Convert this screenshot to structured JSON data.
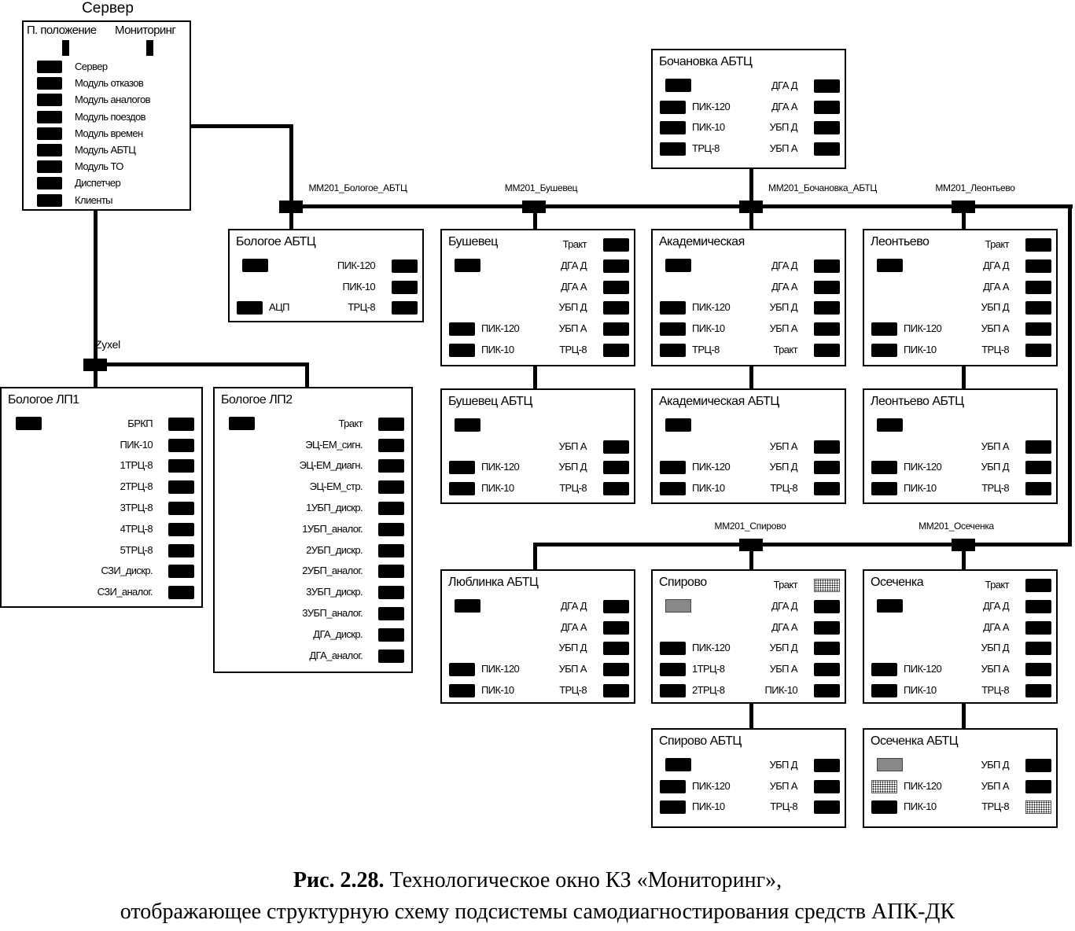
{
  "server": {
    "heading": "Сервер",
    "col1": "П. положение",
    "col2": "Мониторинг",
    "items": [
      "Сервер",
      "Модуль отказов",
      "Модуль аналогов",
      "Модуль поездов",
      "Модуль времен",
      "Модуль АБТЦ",
      "Модуль ТО",
      "Диспетчер",
      "Клиенты"
    ]
  },
  "switches": {
    "zyxel": "Zyxel",
    "mm_bologoe": "MM201_Бологое_АБТЦ",
    "mm_bushevets": "MM201_Бушевец",
    "mm_bochanovka": "MM201_Бочановка_АБТЦ",
    "mm_leontevo": "MM201_Леонтьево",
    "mm_spirovo": "MM201_Спирово",
    "mm_osechenka": "MM201_Осеченка"
  },
  "boxes": {
    "bochanovka_abtc": {
      "title": "Бочановка АБТЦ",
      "rows": [
        {},
        {
          "main": "on",
          "right": {
            "label": "ДГА Д",
            "state": "on"
          }
        },
        {
          "left": {
            "label": "ПИК-120",
            "state": "on"
          },
          "right": {
            "label": "ДГА А",
            "state": "on"
          }
        },
        {
          "left": {
            "label": "ПИК-10",
            "state": "on"
          },
          "right": {
            "label": "УБП Д",
            "state": "on"
          }
        },
        {
          "left": {
            "label": "ТРЦ-8",
            "state": "on"
          },
          "right": {
            "label": "УБП А",
            "state": "on"
          }
        }
      ]
    },
    "bologoe_abtc": {
      "title": "Бологое АБТЦ",
      "rows": [
        {},
        {
          "main": "on",
          "right": {
            "label": "ПИК-120",
            "state": "on"
          }
        },
        {
          "right": {
            "label": "ПИК-10",
            "state": "on"
          }
        },
        {
          "left": {
            "label": "АЦП",
            "state": "on"
          },
          "right": {
            "label": "ТРЦ-8",
            "state": "on"
          }
        }
      ]
    },
    "bushevets": {
      "title": "Бушевец",
      "rows": [
        {
          "right": {
            "label": "Тракт",
            "state": "on"
          }
        },
        {
          "main": "on",
          "right": {
            "label": "ДГА Д",
            "state": "on"
          }
        },
        {
          "right": {
            "label": "ДГА А",
            "state": "on"
          }
        },
        {
          "right": {
            "label": "УБП Д",
            "state": "on"
          }
        },
        {
          "left": {
            "label": "ПИК-120",
            "state": "on"
          },
          "right": {
            "label": "УБП А",
            "state": "on"
          }
        },
        {
          "left": {
            "label": "ПИК-10",
            "state": "on"
          },
          "right": {
            "label": "ТРЦ-8",
            "state": "on"
          }
        }
      ]
    },
    "akademicheskaya": {
      "title": "Академическая",
      "rows": [
        {},
        {
          "main": "on",
          "right": {
            "label": "ДГА Д",
            "state": "on"
          }
        },
        {
          "right": {
            "label": "ДГА А",
            "state": "on"
          }
        },
        {
          "left": {
            "label": "ПИК-120",
            "state": "on"
          },
          "right": {
            "label": "УБП Д",
            "state": "on"
          }
        },
        {
          "left": {
            "label": "ПИК-10",
            "state": "on"
          },
          "right": {
            "label": "УБП А",
            "state": "on"
          }
        },
        {
          "left": {
            "label": "ТРЦ-8",
            "state": "on"
          },
          "right": {
            "label": "Тракт",
            "state": "on"
          }
        }
      ]
    },
    "leontevo": {
      "title": "Леонтьево",
      "rows": [
        {
          "right": {
            "label": "Тракт",
            "state": "on"
          }
        },
        {
          "main": "on",
          "right": {
            "label": "ДГА Д",
            "state": "on"
          }
        },
        {
          "right": {
            "label": "ДГА А",
            "state": "on"
          }
        },
        {
          "right": {
            "label": "УБП Д",
            "state": "on"
          }
        },
        {
          "left": {
            "label": "ПИК-120",
            "state": "on"
          },
          "right": {
            "label": "УБП А",
            "state": "on"
          }
        },
        {
          "left": {
            "label": "ПИК-10",
            "state": "on"
          },
          "right": {
            "label": "ТРЦ-8",
            "state": "on"
          }
        }
      ]
    },
    "bushevets_abtc": {
      "title": "Бушевец АБТЦ",
      "rows": [
        {},
        {
          "main": "on"
        },
        {
          "right": {
            "label": "УБП А",
            "state": "on"
          }
        },
        {
          "left": {
            "label": "ПИК-120",
            "state": "on"
          },
          "right": {
            "label": "УБП Д",
            "state": "on"
          }
        },
        {
          "left": {
            "label": "ПИК-10",
            "state": "on"
          },
          "right": {
            "label": "ТРЦ-8",
            "state": "on"
          }
        }
      ]
    },
    "akademicheskaya_abtc": {
      "title": "Академическая  АБТЦ",
      "rows": [
        {},
        {
          "main": "on"
        },
        {
          "right": {
            "label": "УБП А",
            "state": "on"
          }
        },
        {
          "left": {
            "label": "ПИК-120",
            "state": "on"
          },
          "right": {
            "label": "УБП Д",
            "state": "on"
          }
        },
        {
          "left": {
            "label": "ПИК-10",
            "state": "on"
          },
          "right": {
            "label": "ТРЦ-8",
            "state": "on"
          }
        }
      ]
    },
    "leontevo_abtc": {
      "title": "Леонтьево  АБТЦ",
      "rows": [
        {},
        {
          "main": "on"
        },
        {
          "right": {
            "label": "УБП А",
            "state": "on"
          }
        },
        {
          "left": {
            "label": "ПИК-120",
            "state": "on"
          },
          "right": {
            "label": "УБП Д",
            "state": "on"
          }
        },
        {
          "left": {
            "label": "ПИК-10",
            "state": "on"
          },
          "right": {
            "label": "ТРЦ-8",
            "state": "on"
          }
        }
      ]
    },
    "bologoe_lp1": {
      "title": "Бологое ЛП1",
      "rows": [
        {},
        {
          "main": "on",
          "right": {
            "label": "БРКП",
            "state": "on"
          }
        },
        {
          "right": {
            "label": "ПИК-10",
            "state": "on"
          }
        },
        {
          "right": {
            "label": "1ТРЦ-8",
            "state": "on"
          }
        },
        {
          "right": {
            "label": "2ТРЦ-8",
            "state": "on"
          }
        },
        {
          "right": {
            "label": "3ТРЦ-8",
            "state": "on"
          }
        },
        {
          "right": {
            "label": "4ТРЦ-8",
            "state": "on"
          }
        },
        {
          "right": {
            "label": "5ТРЦ-8",
            "state": "on"
          }
        },
        {
          "right": {
            "label": "СЗИ_дискр.",
            "state": "on"
          }
        },
        {
          "right": {
            "label": "СЗИ_аналог.",
            "state": "on"
          }
        }
      ]
    },
    "bologoe_lp2": {
      "title": "Бологое ЛП2",
      "rows": [
        {},
        {
          "main": "on",
          "right": {
            "label": "Тракт",
            "state": "on"
          }
        },
        {
          "right": {
            "label": "ЭЦ-ЕМ_сигн.",
            "state": "on"
          }
        },
        {
          "right": {
            "label": "ЭЦ-ЕМ_диагн.",
            "state": "on"
          }
        },
        {
          "right": {
            "label": "ЭЦ-ЕМ_стр.",
            "state": "on"
          }
        },
        {
          "right": {
            "label": "1УБП_дискр.",
            "state": "on"
          }
        },
        {
          "right": {
            "label": "1УБП_аналог.",
            "state": "on"
          }
        },
        {
          "right": {
            "label": "2УБП_дискр.",
            "state": "on"
          }
        },
        {
          "right": {
            "label": "2УБП_аналог.",
            "state": "on"
          }
        },
        {
          "right": {
            "label": "3УБП_дискр.",
            "state": "on"
          }
        },
        {
          "right": {
            "label": "3УБП_аналог.",
            "state": "on"
          }
        },
        {
          "right": {
            "label": "ДГА_дискр.",
            "state": "on"
          }
        },
        {
          "right": {
            "label": "ДГА_аналог.",
            "state": "on"
          }
        }
      ]
    },
    "lyublinka_abtc": {
      "title": "Люблинка АБТЦ",
      "rows": [
        {},
        {
          "main": "on",
          "right": {
            "label": "ДГА Д",
            "state": "on"
          }
        },
        {
          "right": {
            "label": "ДГА А",
            "state": "on"
          }
        },
        {
          "right": {
            "label": "УБП Д",
            "state": "on"
          }
        },
        {
          "left": {
            "label": "ПИК-120",
            "state": "on"
          },
          "right": {
            "label": "УБП А",
            "state": "on"
          }
        },
        {
          "left": {
            "label": "ПИК-10",
            "state": "on"
          },
          "right": {
            "label": "ТРЦ-8",
            "state": "on"
          }
        }
      ]
    },
    "spirovo": {
      "title": "Спирово",
      "rows": [
        {
          "right": {
            "label": "Тракт",
            "state": "pattern"
          }
        },
        {
          "main": "grey",
          "right": {
            "label": "ДГА Д",
            "state": "on"
          }
        },
        {
          "right": {
            "label": "ДГА А",
            "state": "on"
          }
        },
        {
          "left": {
            "label": "ПИК-120",
            "state": "on"
          },
          "right": {
            "label": "УБП Д",
            "state": "on"
          }
        },
        {
          "left": {
            "label": "1ТРЦ-8",
            "state": "on"
          },
          "right": {
            "label": "УБП А",
            "state": "on"
          }
        },
        {
          "left": {
            "label": "2ТРЦ-8",
            "state": "on"
          },
          "right": {
            "label": "ПИК-10",
            "state": "on"
          }
        }
      ]
    },
    "osechenka": {
      "title": "Осеченка",
      "rows": [
        {
          "right": {
            "label": "Тракт",
            "state": "on"
          }
        },
        {
          "main": "on",
          "right": {
            "label": "ДГА Д",
            "state": "on"
          }
        },
        {
          "right": {
            "label": "ДГА А",
            "state": "on"
          }
        },
        {
          "right": {
            "label": "УБП Д",
            "state": "on"
          }
        },
        {
          "left": {
            "label": "ПИК-120",
            "state": "on"
          },
          "right": {
            "label": "УБП А",
            "state": "on"
          }
        },
        {
          "left": {
            "label": "ПИК-10",
            "state": "on"
          },
          "right": {
            "label": "ТРЦ-8",
            "state": "on"
          }
        }
      ]
    },
    "spirovo_abtc": {
      "title": "Спирово АБТЦ",
      "rows": [
        {},
        {
          "main": "on",
          "right": {
            "label": "УБП Д",
            "state": "on"
          }
        },
        {
          "left": {
            "label": "ПИК-120",
            "state": "on"
          },
          "right": {
            "label": "УБП А",
            "state": "on"
          }
        },
        {
          "left": {
            "label": "ПИК-10",
            "state": "on"
          },
          "right": {
            "label": "ТРЦ-8",
            "state": "on"
          }
        }
      ]
    },
    "osechenka_abtc": {
      "title": "Осеченка АБТЦ",
      "rows": [
        {},
        {
          "main": "grey",
          "right": {
            "label": "УБП Д",
            "state": "on"
          }
        },
        {
          "left": {
            "label": "ПИК-120",
            "state": "pattern"
          },
          "right": {
            "label": "УБП А",
            "state": "on"
          }
        },
        {
          "left": {
            "label": "ПИК-10",
            "state": "on"
          },
          "right": {
            "label": "ТРЦ-8",
            "state": "pattern"
          }
        }
      ]
    }
  },
  "caption": {
    "bold": "Рис. 2.28.",
    "line1": " Технологическое окно КЗ «Мониторинг»,",
    "line2": "отображающее структурную схему подсистемы самодиагностирования средств АПК-ДК"
  }
}
